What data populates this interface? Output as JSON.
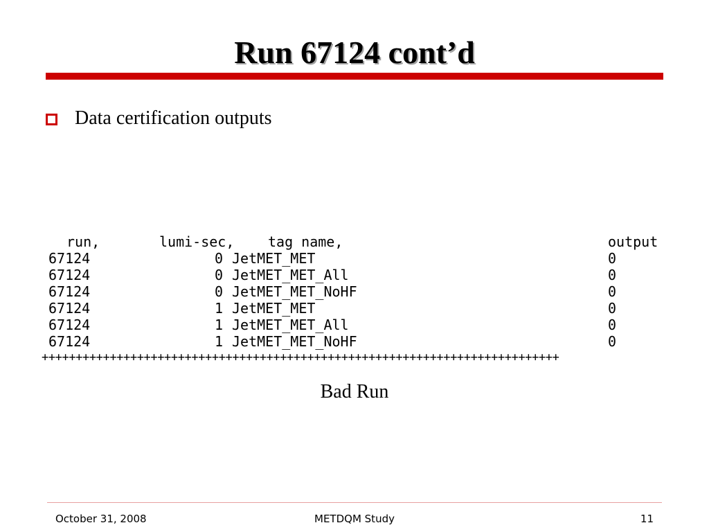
{
  "slide": {
    "title": "Run 67124 cont’d",
    "bullet": "Data certification outputs",
    "console": {
      "header": {
        "run": "run,",
        "lumi": "lumi-sec,",
        "tag": "tag name,",
        "output": "output"
      },
      "rows": [
        {
          "run": "67124",
          "lumi": "0",
          "tag": "JetMET_MET",
          "output": "0"
        },
        {
          "run": "67124",
          "lumi": "0",
          "tag": "JetMET_MET_All",
          "output": "0"
        },
        {
          "run": "67124",
          "lumi": "0",
          "tag": "JetMET_MET_NoHF",
          "output": "0"
        },
        {
          "run": "67124",
          "lumi": "1",
          "tag": "JetMET_MET",
          "output": "0"
        },
        {
          "run": "67124",
          "lumi": "1",
          "tag": "JetMET_MET_All",
          "output": "0"
        },
        {
          "run": "67124",
          "lumi": "1",
          "tag": "JetMET_MET_NoHF",
          "output": "0"
        }
      ],
      "separator": "++++++++++++++++++++++++++++++++++++++++++++++++++++++++++++++++++++++++++++"
    },
    "caption": "Bad Run"
  },
  "footer": {
    "date": "October 31, 2008",
    "center": "METDQM Study",
    "page": "11"
  },
  "colors": {
    "accent": "#cc0000",
    "footer_rule": "#e8a0a0"
  }
}
